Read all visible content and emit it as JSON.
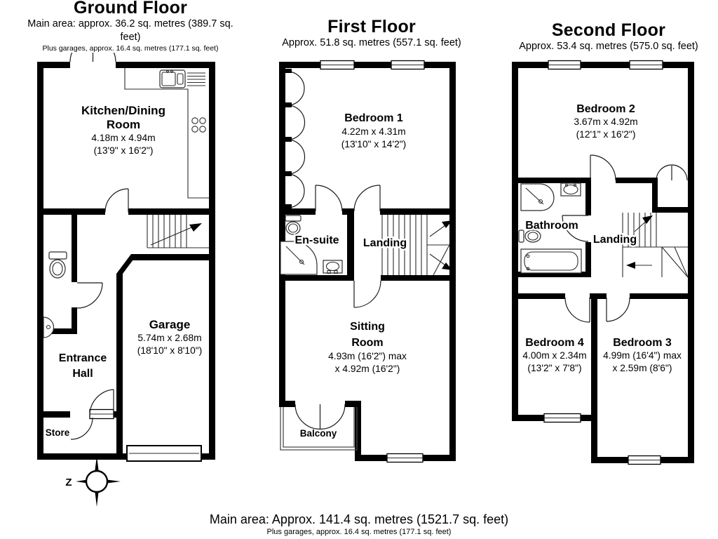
{
  "header": {
    "ground": {
      "title": "Ground Floor",
      "subtitle": "Main area: approx. 36.2 sq. metres (389.7 sq. feet)",
      "note": "Plus garages, approx. 16.4 sq. metres (177.1 sq. feet)"
    },
    "first": {
      "title": "First Floor",
      "subtitle": "Approx. 51.8 sq. metres (557.1 sq. feet)"
    },
    "second": {
      "title": "Second Floor",
      "subtitle": "Approx. 53.4 sq. metres (575.0 sq. feet)"
    }
  },
  "rooms": {
    "kitchen": {
      "line1": "Kitchen/Dining",
      "line2": "Room",
      "metric": "4.18m x 4.94m",
      "imperial": "(13'9\" x 16'2\")"
    },
    "garage": {
      "name": "Garage",
      "metric": "5.74m x 2.68m",
      "imperial": "(18'10\" x 8'10\")"
    },
    "entrance_hall": {
      "line1": "Entrance",
      "line2": "Hall"
    },
    "store": {
      "name": "Store"
    },
    "bedroom1": {
      "name": "Bedroom 1",
      "metric": "4.22m x 4.31m",
      "imperial": "(13'10\" x 14'2\")"
    },
    "ensuite": {
      "name": "En-suite"
    },
    "landing1": {
      "name": "Landing"
    },
    "sitting": {
      "line1": "Sitting",
      "line2": "Room",
      "metric": "4.93m (16'2\") max",
      "imperial": "x 4.92m (16'2\")"
    },
    "balcony": {
      "name": "Balcony"
    },
    "bedroom2": {
      "name": "Bedroom 2",
      "metric": "3.67m x 4.92m",
      "imperial": "(12'1\" x 16'2\")"
    },
    "bathroom": {
      "name": "Bathroom"
    },
    "landing2": {
      "name": "Landing"
    },
    "bedroom4": {
      "name": "Bedroom 4",
      "metric": "4.00m x 2.34m",
      "imperial": "(13'2\" x 7'8\")"
    },
    "bedroom3": {
      "name": "Bedroom 3",
      "metric": "4.99m (16'4\") max",
      "imperial": "x 2.59m (8'6\")"
    }
  },
  "compass": {
    "label": "Z"
  },
  "footer": {
    "main": "Main area: Approx. 141.4 sq. metres (1521.7 sq. feet)",
    "note": "Plus garages, approx. 16.4 sq. metres (177.1 sq. feet)"
  }
}
